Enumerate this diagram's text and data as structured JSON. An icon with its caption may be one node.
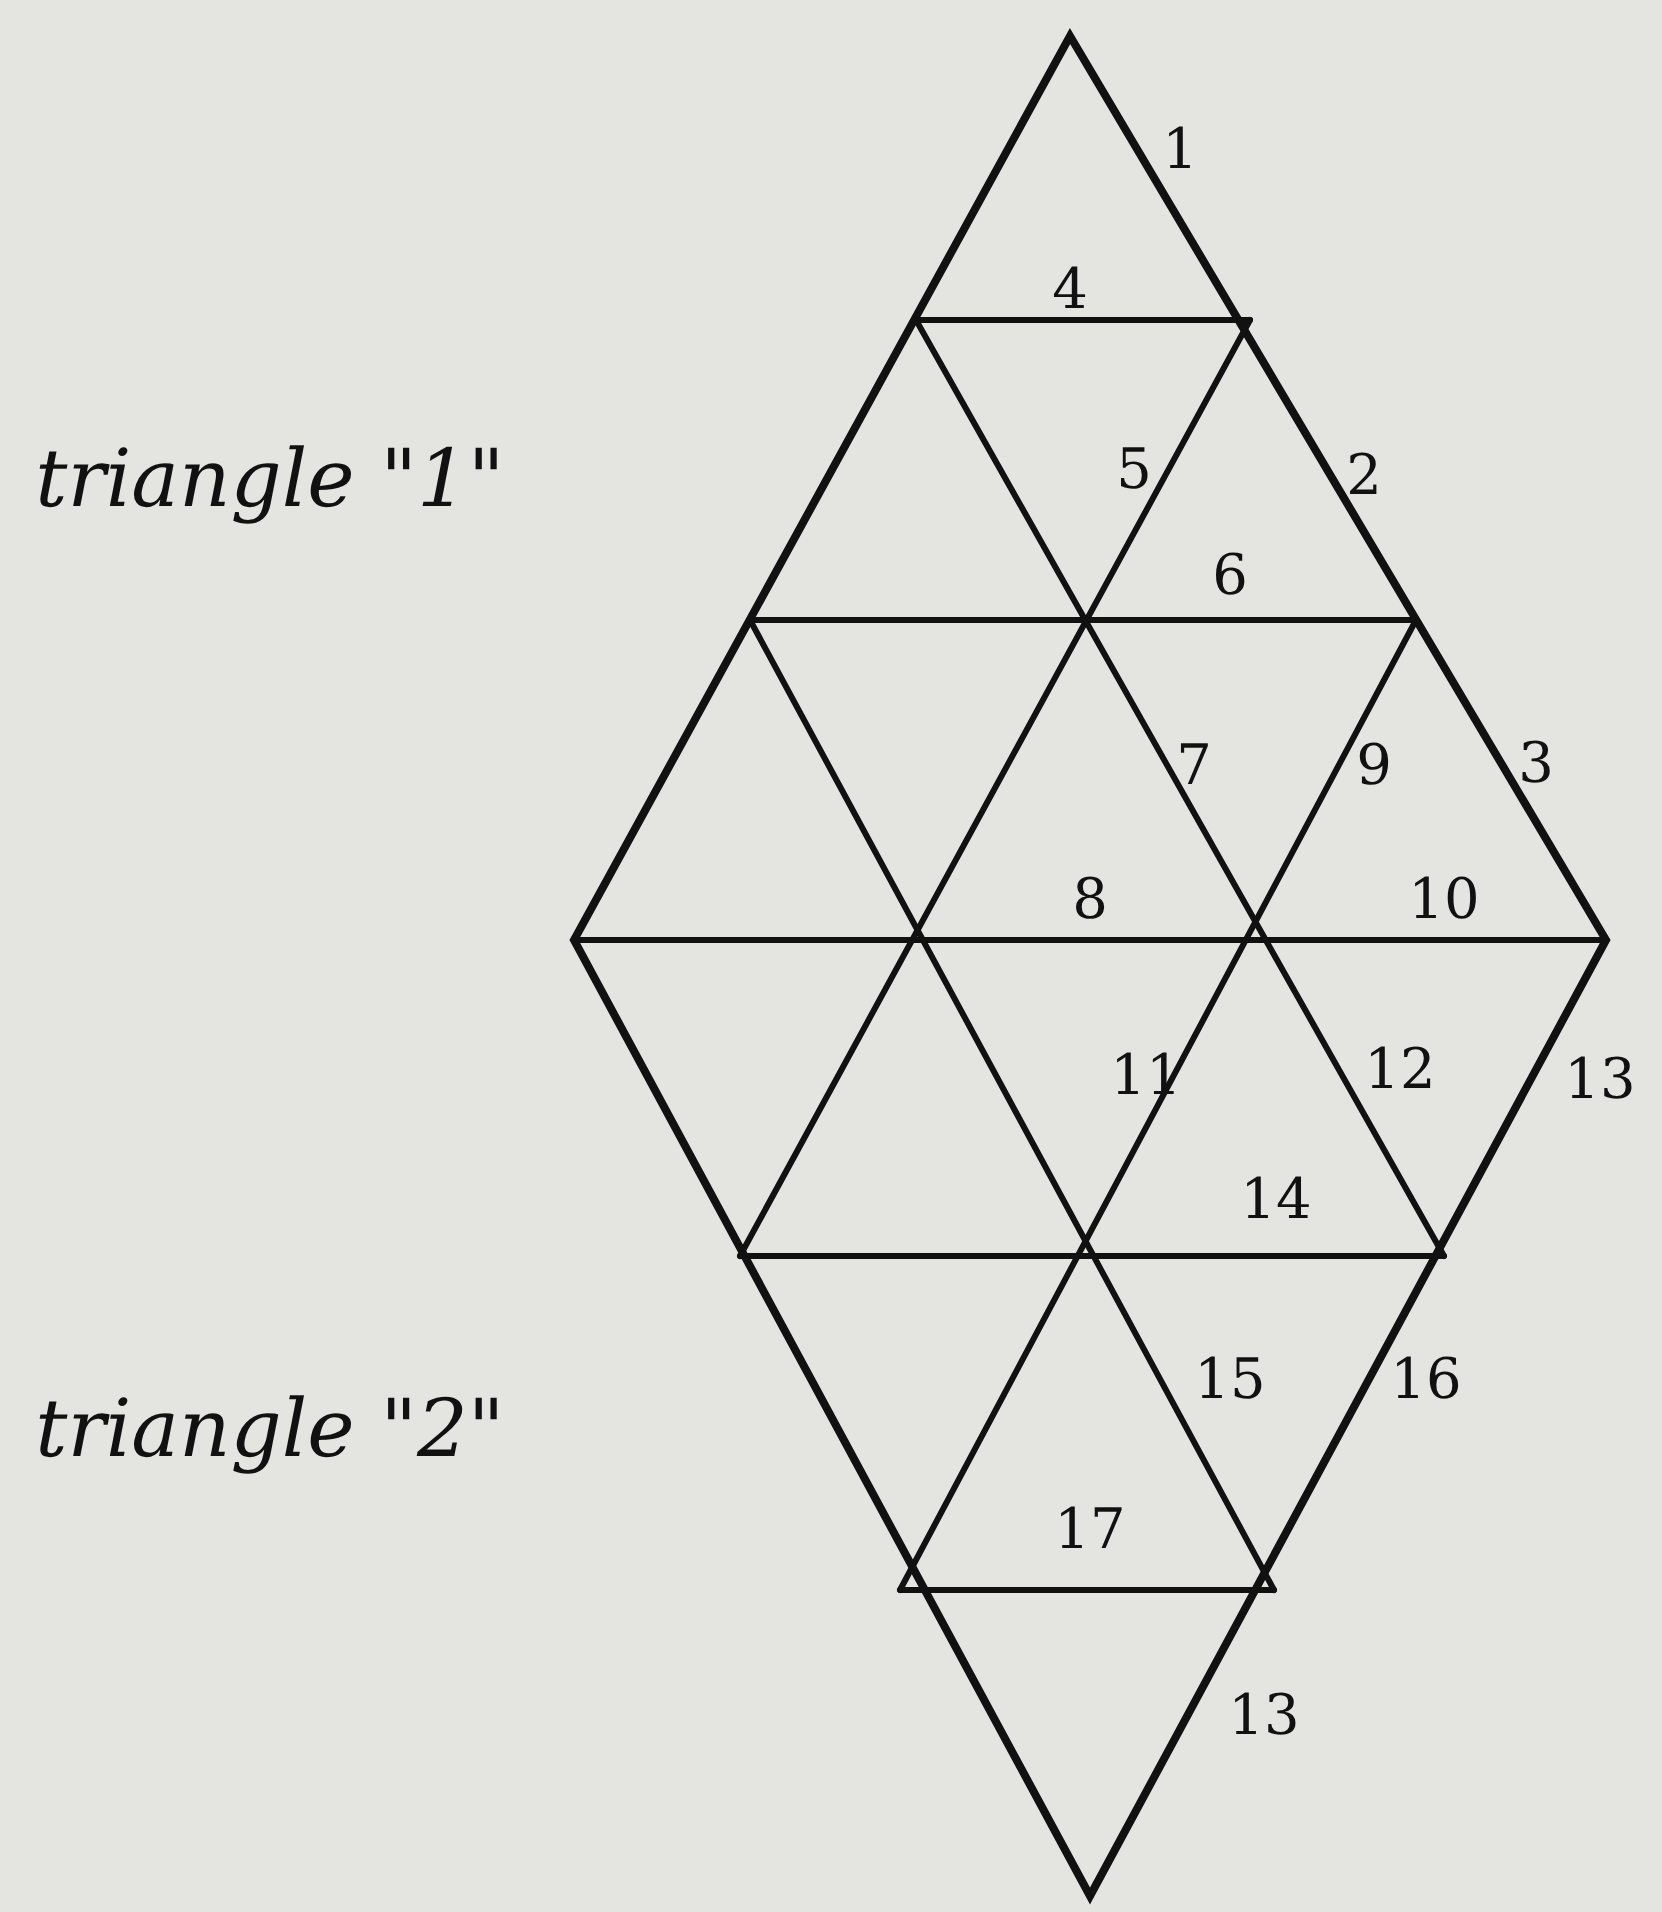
{
  "diagram": {
    "labels": [
      "1",
      "4",
      "triangle \"1\"",
      "5",
      "2",
      "6",
      "7",
      "9",
      "3",
      "8",
      "10",
      "11",
      "12",
      "13",
      "14",
      "15",
      "16",
      "triangle \"2\"",
      "17",
      "13"
    ]
  }
}
